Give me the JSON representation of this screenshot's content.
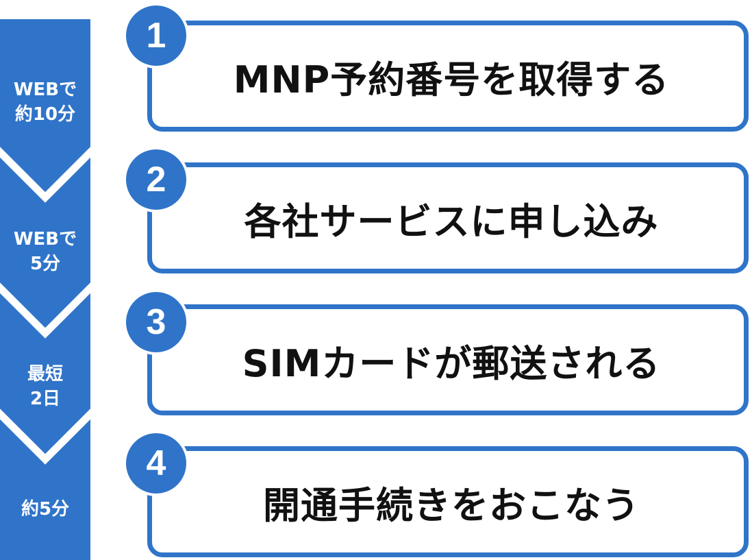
{
  "colors": {
    "accent": "#2F74C9",
    "background": "#FFFFFF",
    "text": "#111111",
    "label_text": "#FFFFFF"
  },
  "steps": [
    {
      "number": "1",
      "title": "MNP予約番号を取得する",
      "duration_lines": [
        "WEBで",
        "約10分"
      ]
    },
    {
      "number": "2",
      "title": "各社サービスに申し込み",
      "duration_lines": [
        "WEBで",
        "5分"
      ]
    },
    {
      "number": "3",
      "title": "SIMカードが郵送される",
      "duration_lines": [
        "最短",
        "2日"
      ]
    },
    {
      "number": "4",
      "title": "開通手続きをおこなう",
      "duration_lines": [
        "約5分"
      ]
    }
  ]
}
